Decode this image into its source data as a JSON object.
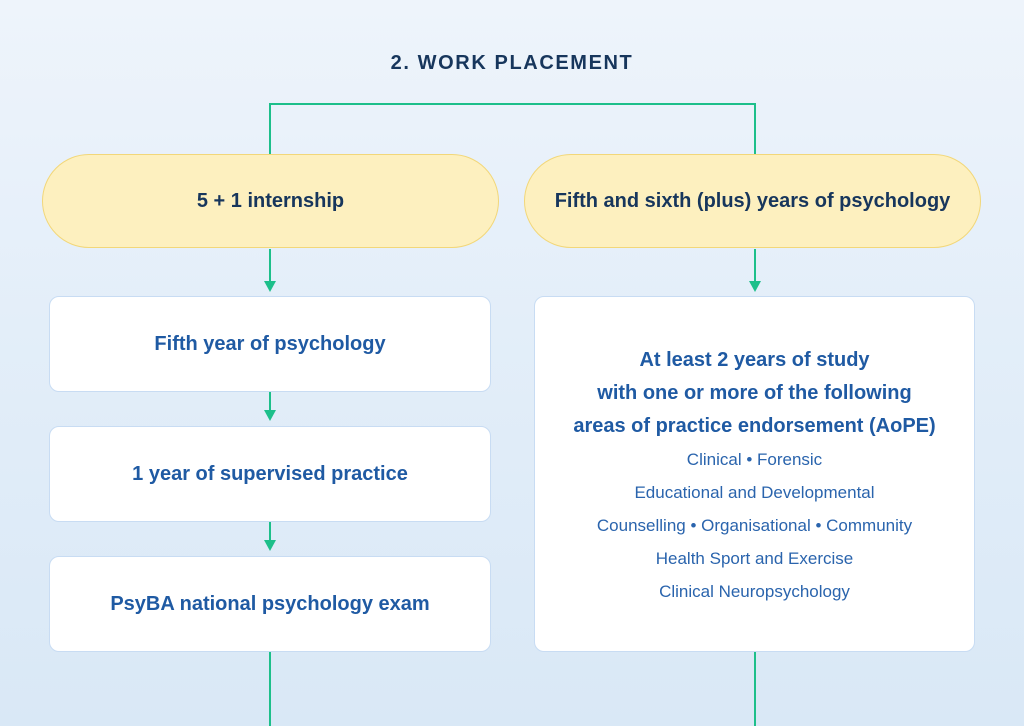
{
  "title": "2. WORK PLACEMENT",
  "left_branch": {
    "pill": "5 + 1 internship",
    "steps": [
      "Fifth year of psychology",
      "1 year of supervised practice",
      "PsyBA national psychology exam"
    ]
  },
  "right_branch": {
    "pill": "Fifth and sixth (plus) years of psychology",
    "box": {
      "heading_lines": [
        "At least 2 years of study",
        "with one or more of the following",
        "areas of practice endorsement (AoPE)"
      ],
      "areas": [
        "Clinical • Forensic",
        "Educational and Developmental",
        "Counselling • Organisational • Community",
        "Health Sport and Exercise",
        "Clinical Neuropsychology"
      ]
    }
  },
  "colors": {
    "connector": "#1dbf8a",
    "pill_fill": "#fdf0bf",
    "heading_text": "#17365c",
    "box_text": "#1f5aa3"
  }
}
